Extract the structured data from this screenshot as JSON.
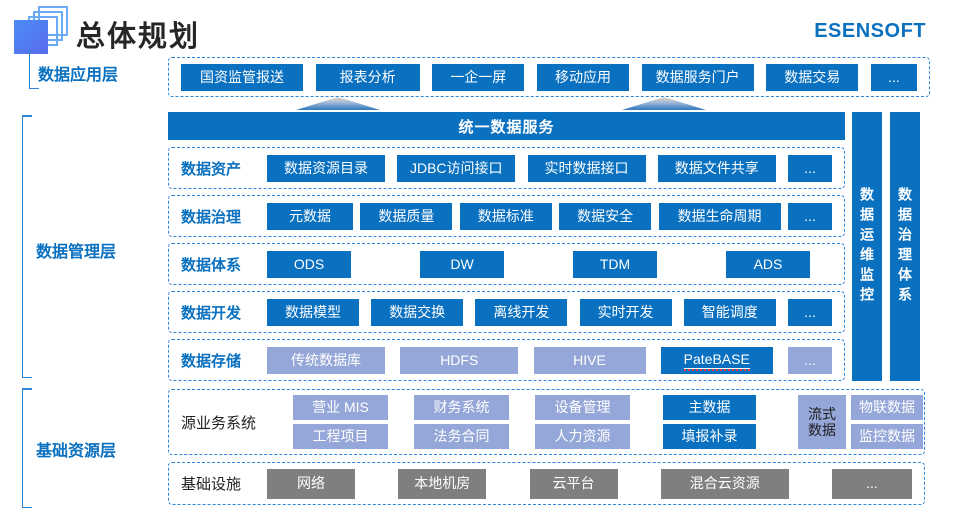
{
  "header": {
    "title": "总体规划",
    "brand": "ESENSOFT"
  },
  "colors": {
    "primary_blue": "#0a70c0",
    "light_blue": "#95a7d8",
    "gray": "#7f7f7f",
    "dashed_border": "#2d86d9",
    "title_text": "#262626",
    "logo_gradient": [
      "#4b8cf5",
      "#5a6bee"
    ]
  },
  "layers": {
    "app": {
      "label": "数据应用层",
      "items": [
        {
          "t": "国资监管报送",
          "w": 122
        },
        {
          "t": "报表分析",
          "w": 104
        },
        {
          "t": "一企一屏",
          "w": 92
        },
        {
          "t": "移动应用",
          "w": 92
        },
        {
          "t": "数据服务门户",
          "w": 112
        },
        {
          "t": "数据交易",
          "w": 92
        },
        {
          "t": "...",
          "w": 46
        }
      ]
    },
    "management": {
      "label": "数据管理层",
      "unified_bar": "统一数据服务",
      "rows": [
        {
          "label": "数据资产",
          "items": [
            {
              "t": "数据资源目录",
              "w": 118
            },
            {
              "t": "JDBC访问接口",
              "w": 118
            },
            {
              "t": "实时数据接口",
              "w": 118
            },
            {
              "t": "数据文件共享",
              "w": 118
            },
            {
              "t": "...",
              "w": 44
            }
          ]
        },
        {
          "label": "数据治理",
          "items": [
            {
              "t": "元数据",
              "w": 86
            },
            {
              "t": "数据质量",
              "w": 92
            },
            {
              "t": "数据标准",
              "w": 92
            },
            {
              "t": "数据安全",
              "w": 92
            },
            {
              "t": "数据生命周期",
              "w": 122
            },
            {
              "t": "...",
              "w": 44
            }
          ]
        },
        {
          "label": "数据体系",
          "items": [
            {
              "t": "ODS",
              "w": 84
            },
            {
              "t": "DW",
              "w": 84
            },
            {
              "t": "TDM",
              "w": 84
            },
            {
              "t": "ADS",
              "w": 84
            }
          ]
        },
        {
          "label": "数据开发",
          "items": [
            {
              "t": "数据模型",
              "w": 92
            },
            {
              "t": "数据交换",
              "w": 92
            },
            {
              "t": "离线开发",
              "w": 92
            },
            {
              "t": "实时开发",
              "w": 92
            },
            {
              "t": "智能调度",
              "w": 92
            },
            {
              "t": "...",
              "w": 44
            }
          ]
        },
        {
          "label": "数据存储",
          "items": [
            {
              "t": "传统数据库",
              "v": "light",
              "w": 118
            },
            {
              "t": "HDFS",
              "v": "light",
              "w": 118
            },
            {
              "t": "HIVE",
              "v": "light",
              "w": 112
            },
            {
              "t": "PateBASE",
              "v": "dark",
              "u": true,
              "w": 112
            },
            {
              "t": "...",
              "v": "light",
              "w": 44
            }
          ]
        }
      ],
      "side_bars": [
        "数据运维监控",
        "数据治理体系"
      ]
    },
    "resource": {
      "label": "基础资源层",
      "source_row": {
        "label": "源业务系统",
        "columns": [
          {
            "type": "pair",
            "top": {
              "t": "营业 MIS",
              "v": "light"
            },
            "bottom": {
              "t": "工程项目",
              "v": "light"
            },
            "w": 95
          },
          {
            "type": "pair",
            "top": {
              "t": "财务系统",
              "v": "light"
            },
            "bottom": {
              "t": "法务合同",
              "v": "light"
            },
            "w": 95
          },
          {
            "type": "pair",
            "top": {
              "t": "设备管理",
              "v": "light"
            },
            "bottom": {
              "t": "人力资源",
              "v": "light"
            },
            "w": 95
          },
          {
            "type": "pair",
            "top": {
              "t": "主数据",
              "v": "dark"
            },
            "bottom": {
              "t": "填报补录",
              "v": "dark"
            },
            "w": 93
          },
          {
            "type": "tall",
            "item": {
              "t": "流式数据",
              "v": "light-dark"
            },
            "w": 48
          },
          {
            "type": "pair",
            "top": {
              "t": "物联数据",
              "v": "light"
            },
            "bottom": {
              "t": "监控数据",
              "v": "light"
            },
            "w": 72
          }
        ]
      },
      "infra_row": {
        "label": "基础设施",
        "items": [
          {
            "t": "网络",
            "v": "gray",
            "w": 88
          },
          {
            "t": "本地机房",
            "v": "gray",
            "w": 88
          },
          {
            "t": "云平台",
            "v": "gray",
            "w": 88
          },
          {
            "t": "混合云资源",
            "v": "gray",
            "w": 128
          },
          {
            "t": "...",
            "v": "gray",
            "w": 80
          }
        ]
      }
    }
  }
}
